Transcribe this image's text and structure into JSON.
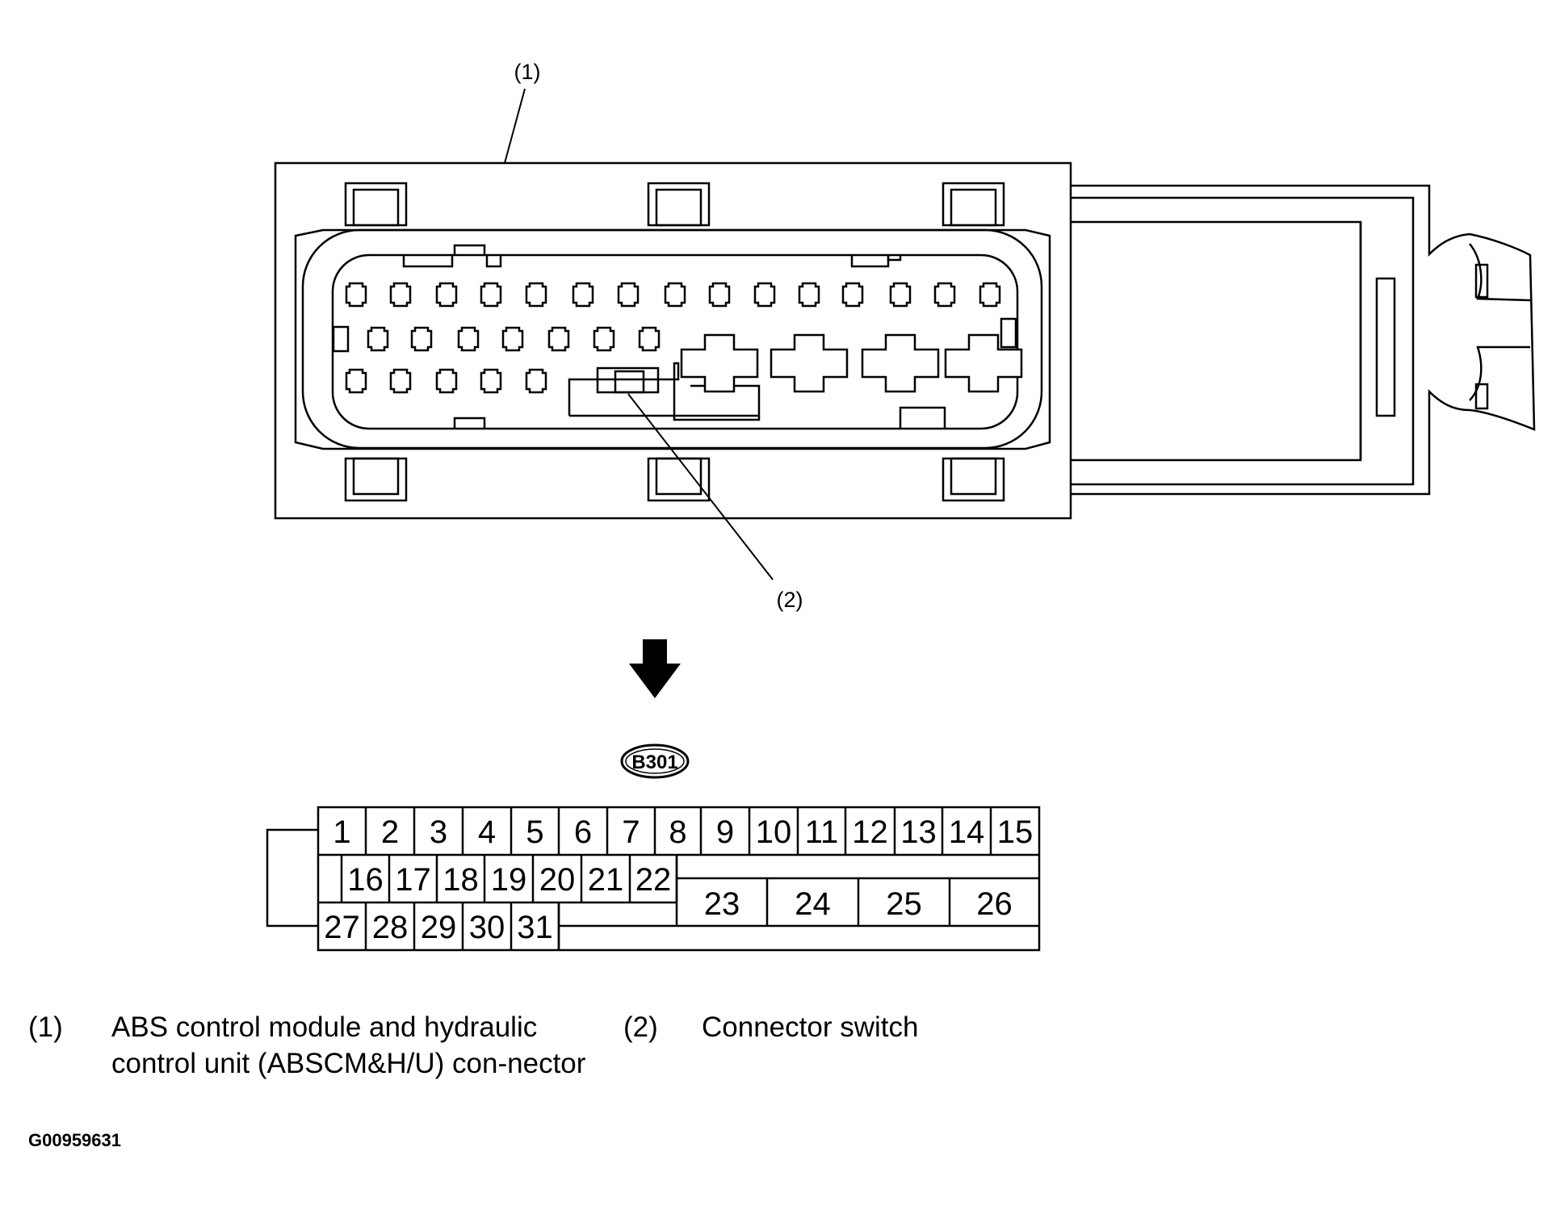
{
  "callouts": {
    "module_ref": "(1)",
    "switch_ref": "(2)"
  },
  "connector_code": "B301",
  "pinout": {
    "row1": [
      "1",
      "2",
      "3",
      "4",
      "5",
      "6",
      "7",
      "8",
      "9",
      "10",
      "11",
      "12",
      "13",
      "14",
      "15"
    ],
    "row2": [
      "16",
      "17",
      "18",
      "19",
      "20",
      "21",
      "22"
    ],
    "row2_large": [
      "23",
      "24",
      "25",
      "26"
    ],
    "row3": [
      "27",
      "28",
      "29",
      "30",
      "31"
    ]
  },
  "legend": [
    {
      "num": "(1)",
      "text": "ABS control module and hydraulic control unit (ABSCM&H/U) con-nector"
    },
    {
      "num": "(2)",
      "text": "Connector switch"
    }
  ],
  "figure_id": "G00959631"
}
